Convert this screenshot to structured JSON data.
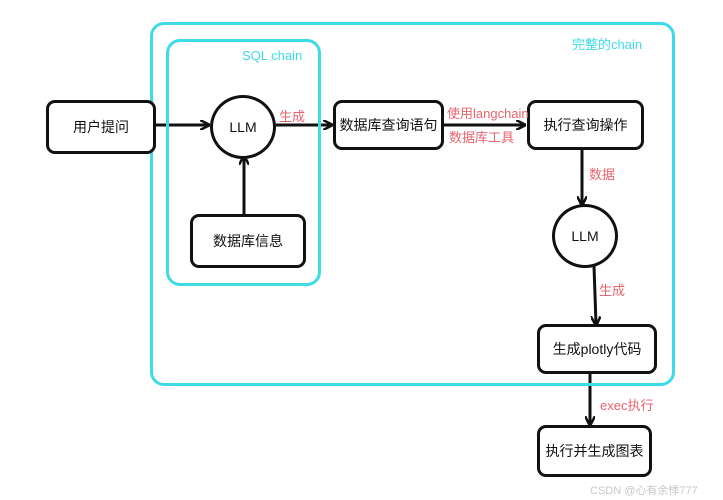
{
  "frames": {
    "full_chain": "完整的chain",
    "sql_chain": "SQL chain"
  },
  "nodes": {
    "user_question": "用户提问",
    "llm_1": "LLM",
    "db_info": "数据库信息",
    "db_query": "数据库查询语句",
    "exec_query": "执行查询操作",
    "llm_2": "LLM",
    "gen_plotly": "生成plotly代码",
    "exec_chart": "执行并生成图表"
  },
  "edges": {
    "generate_1": "生成",
    "langchain_line1": "使用langchain",
    "langchain_line2": "数据库工具",
    "data": "数据",
    "generate_2": "生成",
    "exec": "exec执行"
  },
  "watermark": "CSDN @心有余悸777"
}
